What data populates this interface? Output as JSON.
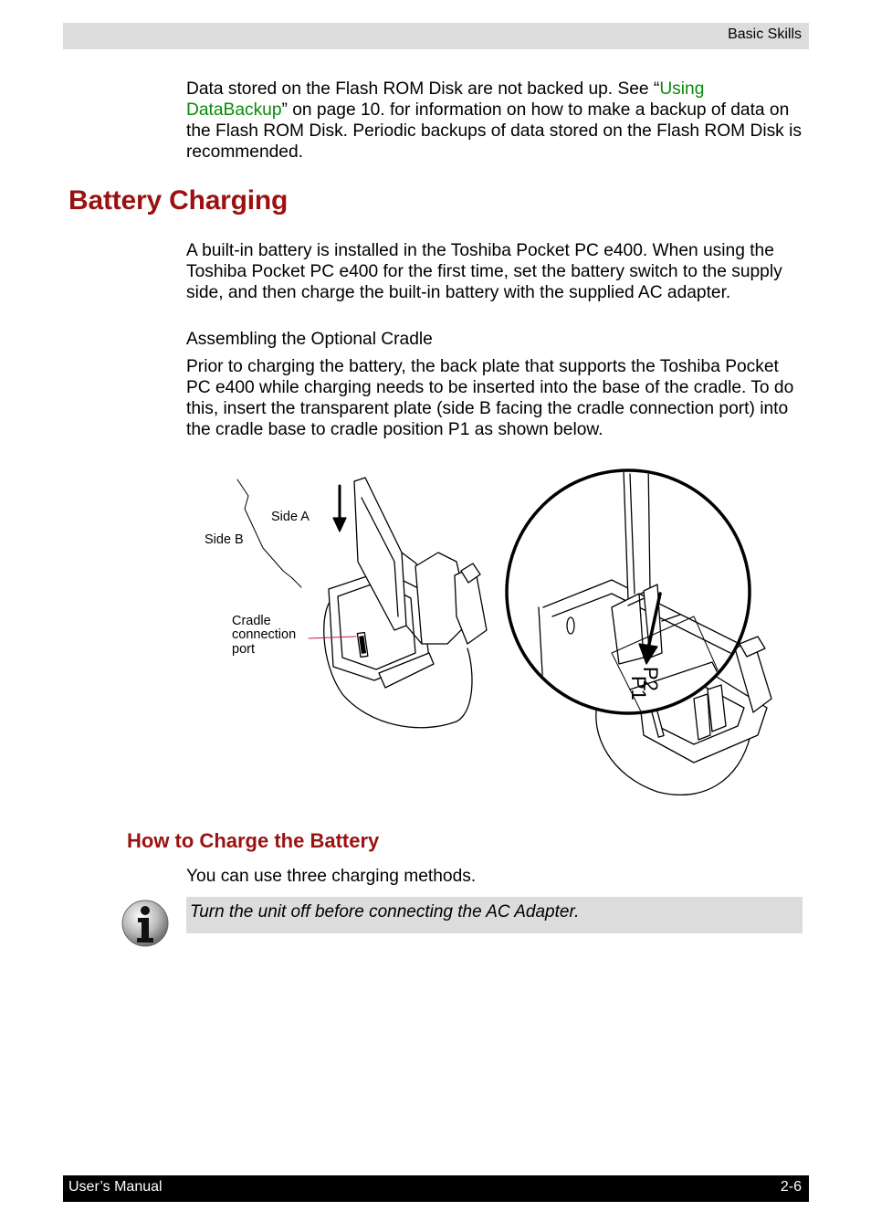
{
  "header": {
    "title": "Basic Skills"
  },
  "intro": {
    "before_link": "Data stored on the Flash ROM Disk are not backed up. See “",
    "link": "Using DataBackup",
    "after_link": "” on page 10. for information on how to make a backup of data on the Flash ROM Disk. Periodic backups of data stored on the Flash ROM Disk is recommended."
  },
  "section": {
    "heading": "Battery Charging",
    "para1": "A built-in battery is installed in the Toshiba Pocket PC e400. When using the Toshiba Pocket PC e400 for the first time, set the battery switch to the supply side, and then charge the built-in battery with the supplied AC adapter.",
    "para2": "Assembling the Optional Cradle",
    "para3": "Prior to charging the battery, the back plate that supports the Toshiba Pocket PC e400 while charging needs to be inserted into the base of the cradle. To do this, insert the transparent plate (side B facing the cradle connection port) into the cradle base to cradle position P1 as shown below."
  },
  "figure": {
    "side_a": "Side A",
    "side_b": "Side B",
    "cradle_line1": "Cradle",
    "cradle_line2": "connection",
    "cradle_line3": "port",
    "p2": "P2",
    "p1": "P1"
  },
  "subsection": {
    "heading": "How to Charge the Battery",
    "para": "You can use three charging methods."
  },
  "note": {
    "icon": "info-icon",
    "text": "Turn the unit off before connecting the AC Adapter."
  },
  "footer": {
    "left": "User’s Manual",
    "right": "2-6"
  }
}
